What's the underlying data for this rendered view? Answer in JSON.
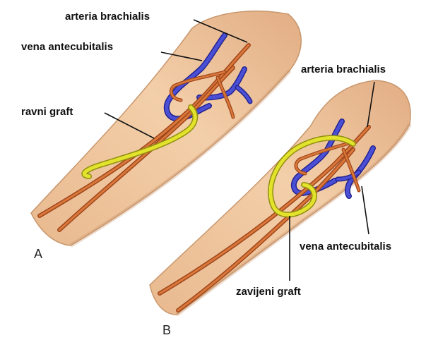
{
  "panel_a": {
    "letter": "A",
    "labels": {
      "artery": "arteria brachialis",
      "vein": "vena antecubitalis",
      "graft": "ravni graft"
    }
  },
  "panel_b": {
    "letter": "B",
    "labels": {
      "artery": "arteria brachialis",
      "vein": "vena antecubitalis",
      "graft": "zavijeni graft"
    }
  },
  "colors": {
    "skin": "#efc59e",
    "skin_shadow": "#d9a47a",
    "artery": "#d9783a",
    "vein": "#4a4fd6",
    "graft": "#e3e32e"
  }
}
